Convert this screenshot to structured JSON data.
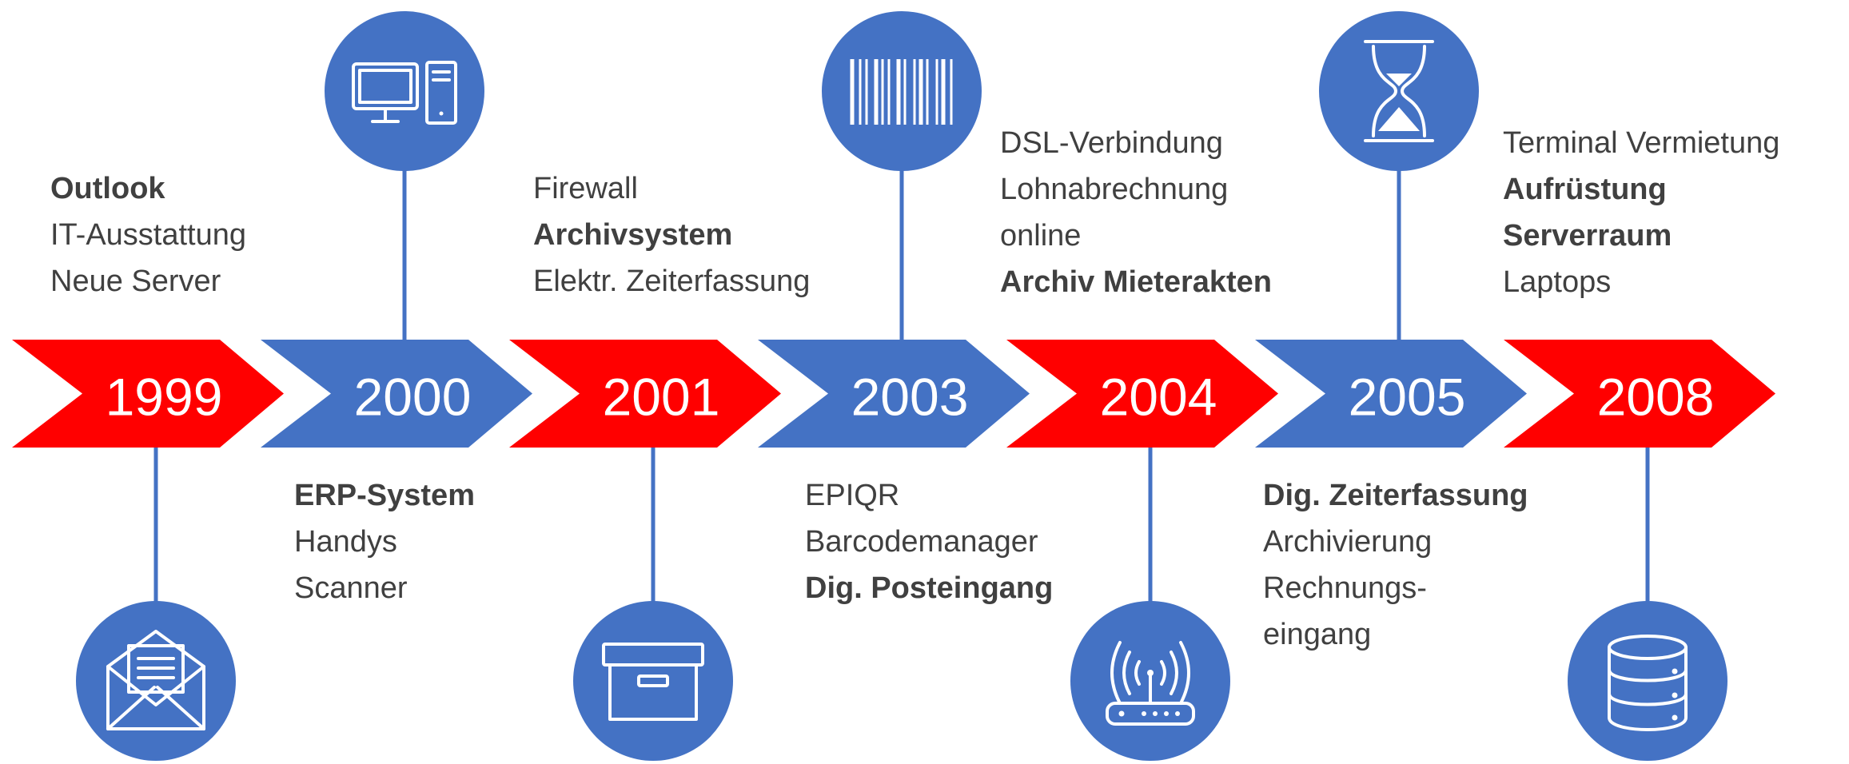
{
  "colors": {
    "red": "#ff0000",
    "blue": "#4472c4",
    "text": "#404040",
    "icon_stroke": "#ffffff"
  },
  "milestones": [
    {
      "year": "1999",
      "color": "red",
      "icon": "envelope-icon",
      "icon_position": "below",
      "lines": [
        {
          "text": "Outlook",
          "bold": true
        },
        {
          "text": "IT-Ausstattung",
          "bold": false
        },
        {
          "text": "Neue Server",
          "bold": false
        }
      ]
    },
    {
      "year": "2000",
      "color": "blue",
      "icon": "desktop-computer-icon",
      "icon_position": "above",
      "lines": [
        {
          "text": "ERP-System",
          "bold": true
        },
        {
          "text": "Handys",
          "bold": false
        },
        {
          "text": "Scanner",
          "bold": false
        }
      ]
    },
    {
      "year": "2001",
      "color": "red",
      "icon": "archive-box-icon",
      "icon_position": "below",
      "lines": [
        {
          "text": "Firewall",
          "bold": false
        },
        {
          "text": "Archivsystem",
          "bold": true
        },
        {
          "text": "Elektr. Zeiterfassung",
          "bold": false
        }
      ]
    },
    {
      "year": "2003",
      "color": "blue",
      "icon": "barcode-icon",
      "icon_position": "above",
      "lines": [
        {
          "text": "EPIQR",
          "bold": false
        },
        {
          "text": "Barcodemanager",
          "bold": false
        },
        {
          "text": "Dig. Posteingang",
          "bold": true
        }
      ]
    },
    {
      "year": "2004",
      "color": "red",
      "icon": "wifi-router-icon",
      "icon_position": "below",
      "lines": [
        {
          "text": "DSL-Verbindung",
          "bold": false
        },
        {
          "text": "Lohnabrechnung",
          "bold": false
        },
        {
          "text": "online",
          "bold": false
        },
        {
          "text": "Archiv Mieterakten",
          "bold": true
        }
      ]
    },
    {
      "year": "2005",
      "color": "blue",
      "icon": "hourglass-icon",
      "icon_position": "above",
      "lines": [
        {
          "text": "Dig. Zeiterfassung",
          "bold": true
        },
        {
          "text": "Archivierung",
          "bold": false
        },
        {
          "text": "Rechnungs-",
          "bold": false
        },
        {
          "text": "eingang",
          "bold": false
        }
      ]
    },
    {
      "year": "2008",
      "color": "red",
      "icon": "database-server-icon",
      "icon_position": "below",
      "lines": [
        {
          "text": "Terminal Vermietung",
          "bold": false
        },
        {
          "text": "Aufrüstung",
          "bold": true
        },
        {
          "text": "Serverraum",
          "bold": true
        },
        {
          "text": "Laptops",
          "bold": false
        }
      ]
    }
  ]
}
